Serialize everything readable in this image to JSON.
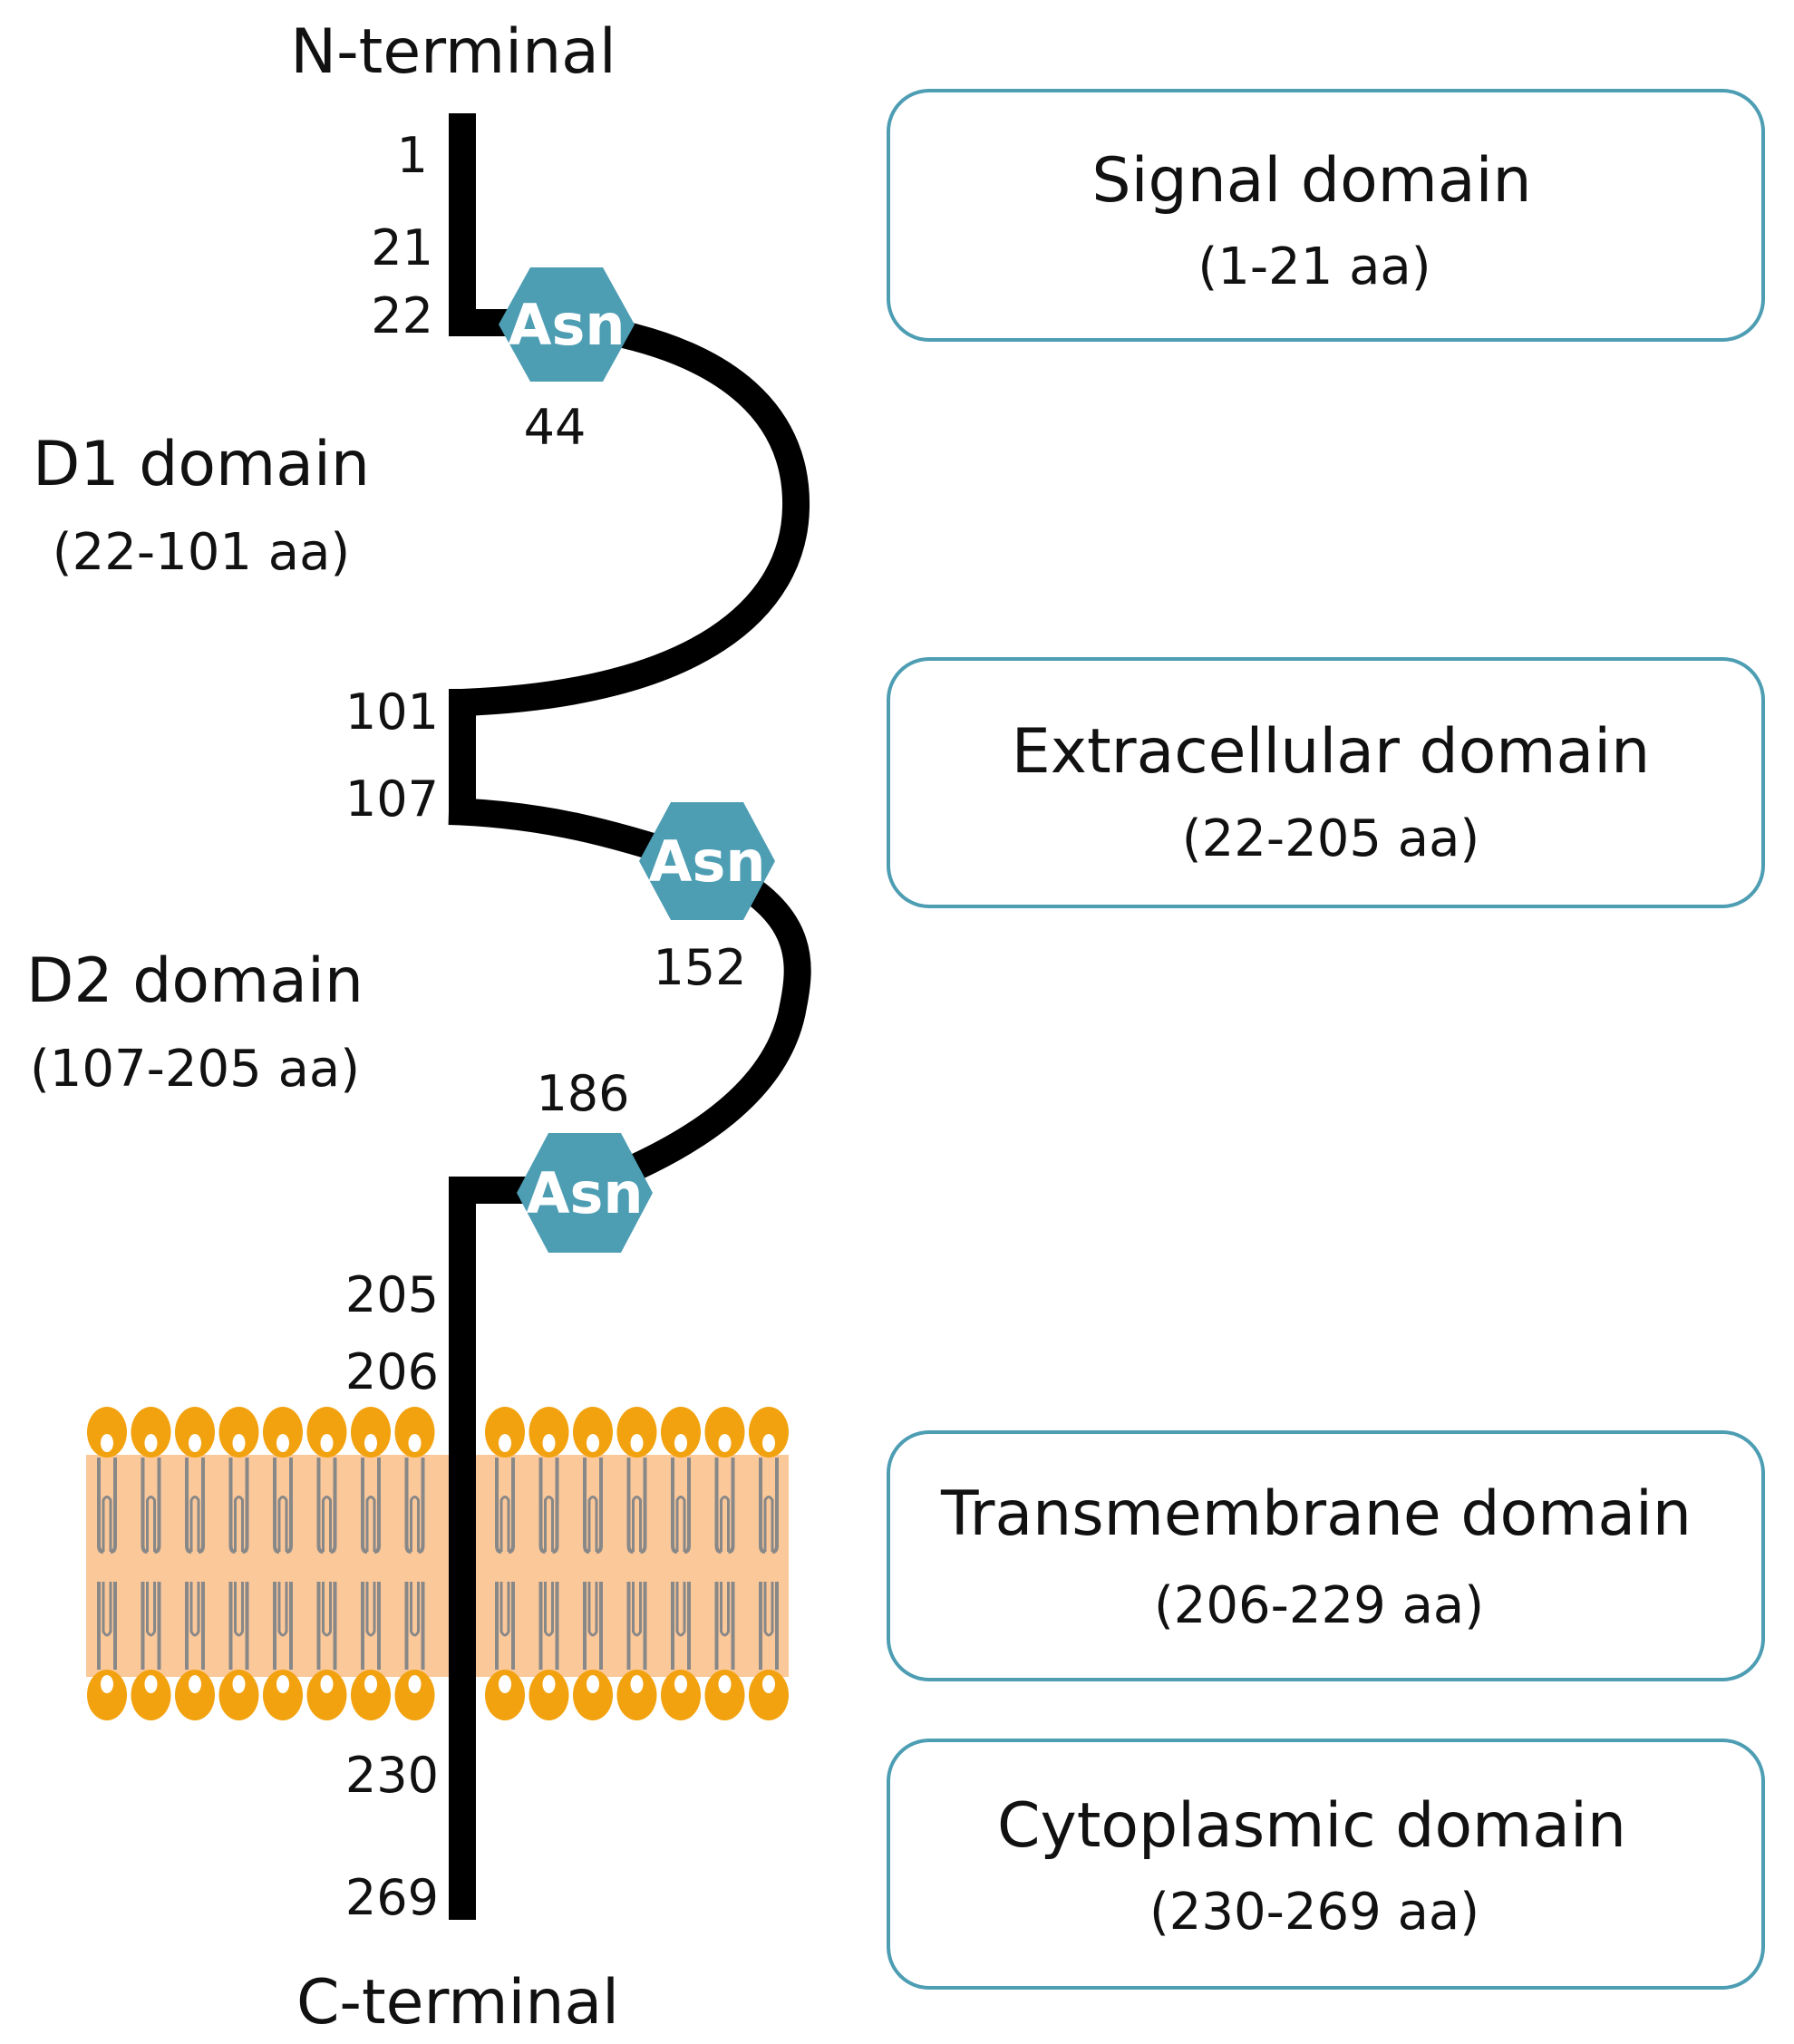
{
  "termini": {
    "n": "N-terminal",
    "c": "C-terminal"
  },
  "positions": [
    "1",
    "21",
    "22",
    "101",
    "107",
    "205",
    "206",
    "230",
    "269"
  ],
  "glycosylation": [
    {
      "label": "Asn",
      "position": "44"
    },
    {
      "label": "Asn",
      "position": "152"
    },
    {
      "label": "Asn",
      "position": "186"
    }
  ],
  "subdomains": [
    {
      "name": "D1 domain",
      "range": "(22-101 aa)"
    },
    {
      "name": "D2 domain",
      "range": "(107-205 aa)"
    }
  ],
  "domain_boxes": [
    {
      "name": "Signal domain",
      "range": "(1-21 aa)"
    },
    {
      "name": "Extracellular domain",
      "range": "(22-205 aa)"
    },
    {
      "name": "Transmembrane domain",
      "range": "(206-229 aa)"
    },
    {
      "name": "Cytoplasmic domain",
      "range": "(230-269 aa)"
    }
  ],
  "colors": {
    "chain": "#000000",
    "asn_hexagon": "#4d9db3",
    "box_border": "#4d9db3",
    "lipid_head": "#f2a20f",
    "membrane_core": "#fbc89a",
    "lipid_tail": "#888888"
  }
}
